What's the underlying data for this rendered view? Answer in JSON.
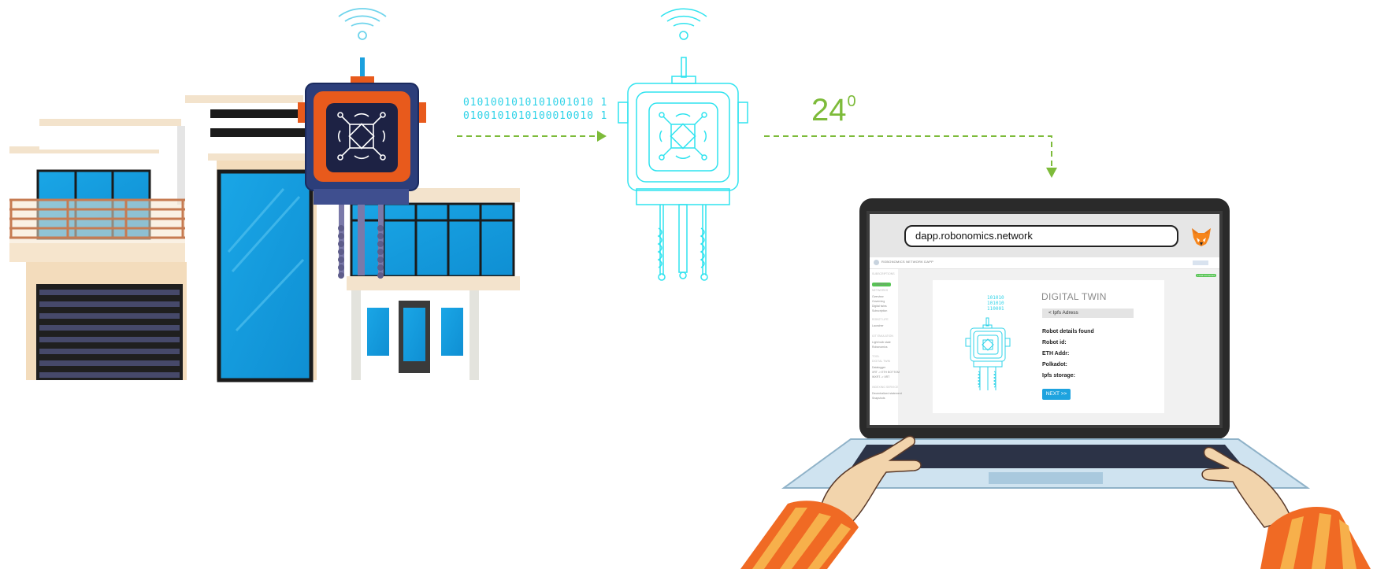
{
  "binary": {
    "line1": "0101001010101001010 1",
    "line2": "0100101010100010010 1"
  },
  "temperature": {
    "value": "24",
    "unit": "0"
  },
  "browser": {
    "url": "dapp.robonomics.network",
    "wallet_icon": "metamask-fox-icon"
  },
  "app": {
    "title": "ROBONOMICS NETWORK DAPP",
    "status": "status ok",
    "top_status": "Local connected",
    "sidebar": [
      {
        "text": "SUBSCRIPTIONS",
        "type": "section"
      },
      {
        "text": "NETWORKS",
        "type": "section"
      },
      {
        "text": "Overview",
        "type": "item"
      },
      {
        "text": "Governing",
        "type": "item"
      },
      {
        "text": "Digital twins",
        "type": "item"
      },
      {
        "text": "Subscription",
        "type": "item"
      },
      {
        "text": "ROBOT LIFE",
        "type": "section"
      },
      {
        "text": "Launcher",
        "type": "item"
      },
      {
        "text": "IOT EMULATION",
        "type": "section"
      },
      {
        "text": "Light bulb state",
        "type": "item"
      },
      {
        "text": "Robonomics",
        "type": "item"
      },
      {
        "text": "TOOL",
        "type": "section"
      },
      {
        "text": "DIGITAL TWIN",
        "type": "section"
      },
      {
        "text": "Datalogger",
        "type": "item"
      },
      {
        "text": "XRT -> ETH BOTTOM",
        "type": "item"
      },
      {
        "text": "WXRT -> XRT",
        "type": "item"
      },
      {
        "text": "INDEXING SERVICE",
        "type": "section"
      },
      {
        "text": "Decentralized statement",
        "type": "item"
      },
      {
        "text": "Snapshots",
        "type": "item"
      }
    ]
  },
  "digital_twin": {
    "title": "DIGITAL TWIN",
    "ipfs_placeholder": "< Ipfs Adress",
    "binary": [
      "101010",
      "101010",
      "110001"
    ],
    "details": [
      "Robot details found",
      "Robot id:",
      "ETH Addr:",
      "Polkadot:",
      "Ipfs storage:"
    ],
    "next_button": "NEXT >>"
  },
  "colors": {
    "robot_navy": "#2c3e7a",
    "robot_orange": "#e85a1c",
    "twin_cyan": "#2fe3ef",
    "arrow_green": "#7dbb3a",
    "window_blue": "#1ea3df",
    "sleeve_orange": "#f06a24",
    "sleeve_stripe": "#f7b04b",
    "skin": "#f2d4ac"
  }
}
